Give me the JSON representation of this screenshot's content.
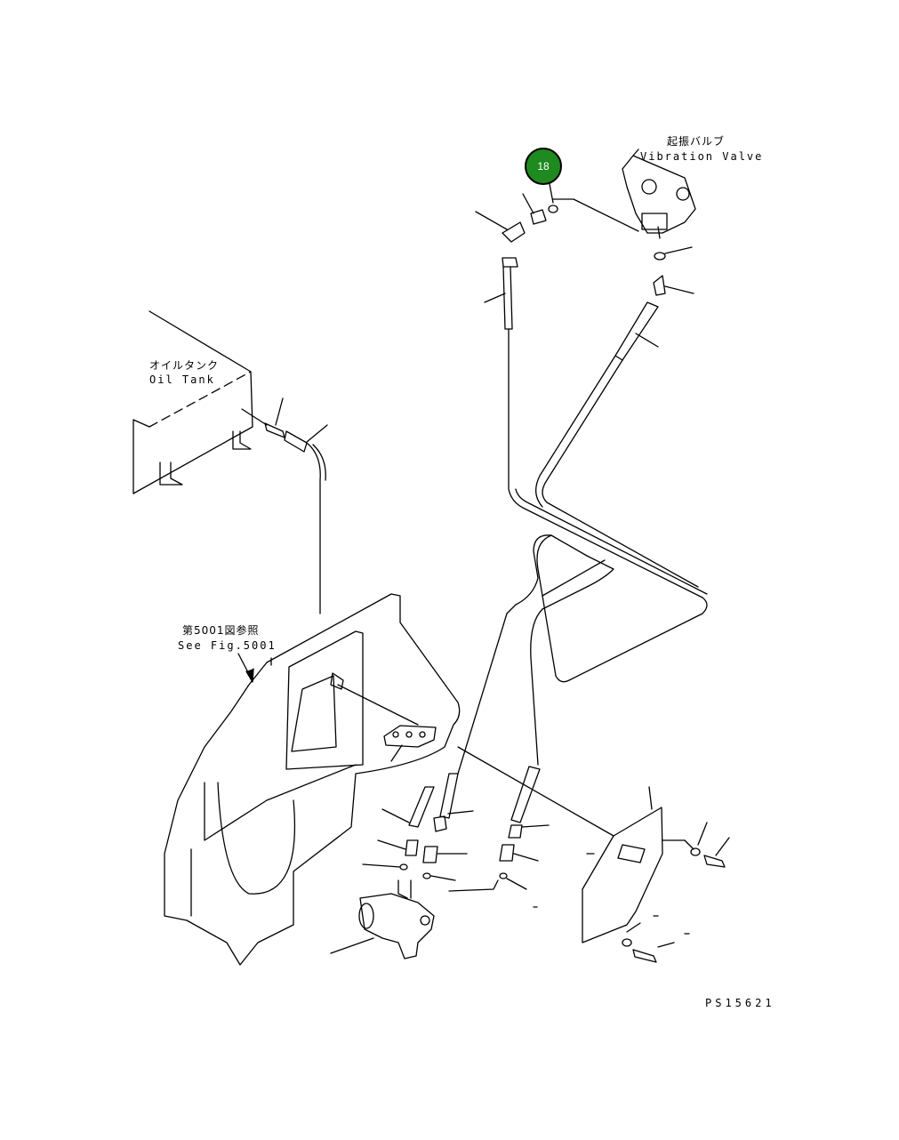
{
  "callout": {
    "number": "18",
    "color": "#1f8a1f"
  },
  "labels": {
    "vibration_valve_jp": "起振バルブ",
    "vibration_valve_en": "Vibration Valve",
    "oil_tank_jp": "オイルタンク",
    "oil_tank_en": "Oil Tank",
    "see_fig_jp": "第5001図参照",
    "see_fig_en": "See Fig.5001",
    "drawing_code": "PS15621"
  }
}
